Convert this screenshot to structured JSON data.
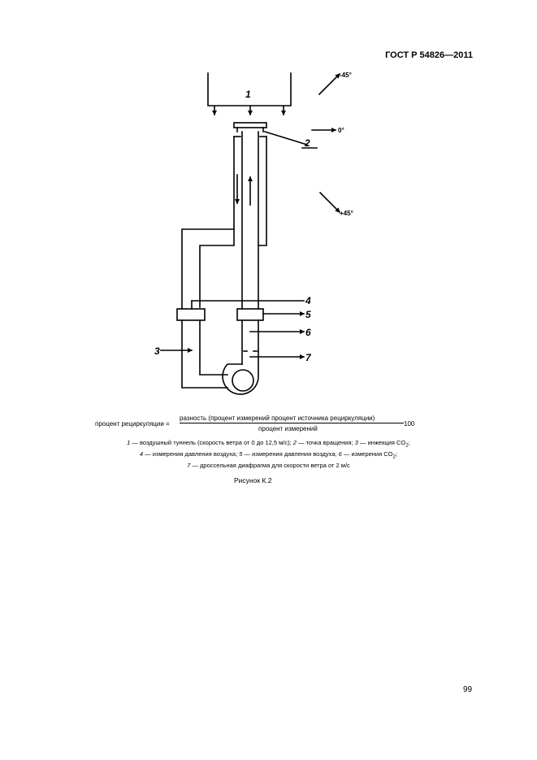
{
  "header": {
    "doc_id": "ГОСТ Р 54826—2011"
  },
  "figure": {
    "labels": {
      "tunnel": "1",
      "pivot": "2",
      "injection": "3",
      "air_pressure_a": "4",
      "air_pressure_b": "5",
      "co2": "6",
      "orifice": "7"
    },
    "angles": {
      "up": "-45°",
      "zero": "0°",
      "down": "+45°"
    }
  },
  "formula": {
    "lhs": "процент рециркуляции =",
    "numerator": "разность (процент измерений   процент источника рециркуляции)",
    "denominator": "процент измерений",
    "multiplier": "100"
  },
  "legend": {
    "n1": "1",
    "t1": " — воздушный туннель (скорость ветра от 0 до 12,5 м/с); ",
    "n2": "2",
    "t2": " — точка вращения; ",
    "n3": "3",
    "t3": " — инжекция CO",
    "t3_sub": "2",
    "t3_end": ";",
    "n4": "4",
    "t4": " — измерения давления воздуха; ",
    "n5": "5",
    "t5": " — измерения давления воздуха; ",
    "n6": "6",
    "t6": " — измерения CO",
    "t6_sub": "2",
    "t6_end": ";",
    "n7": "7",
    "t7": " — дроссельная диафрагма для скорости ветра от 2 м/с"
  },
  "caption": "Рисунок К.2",
  "page_number": "99"
}
